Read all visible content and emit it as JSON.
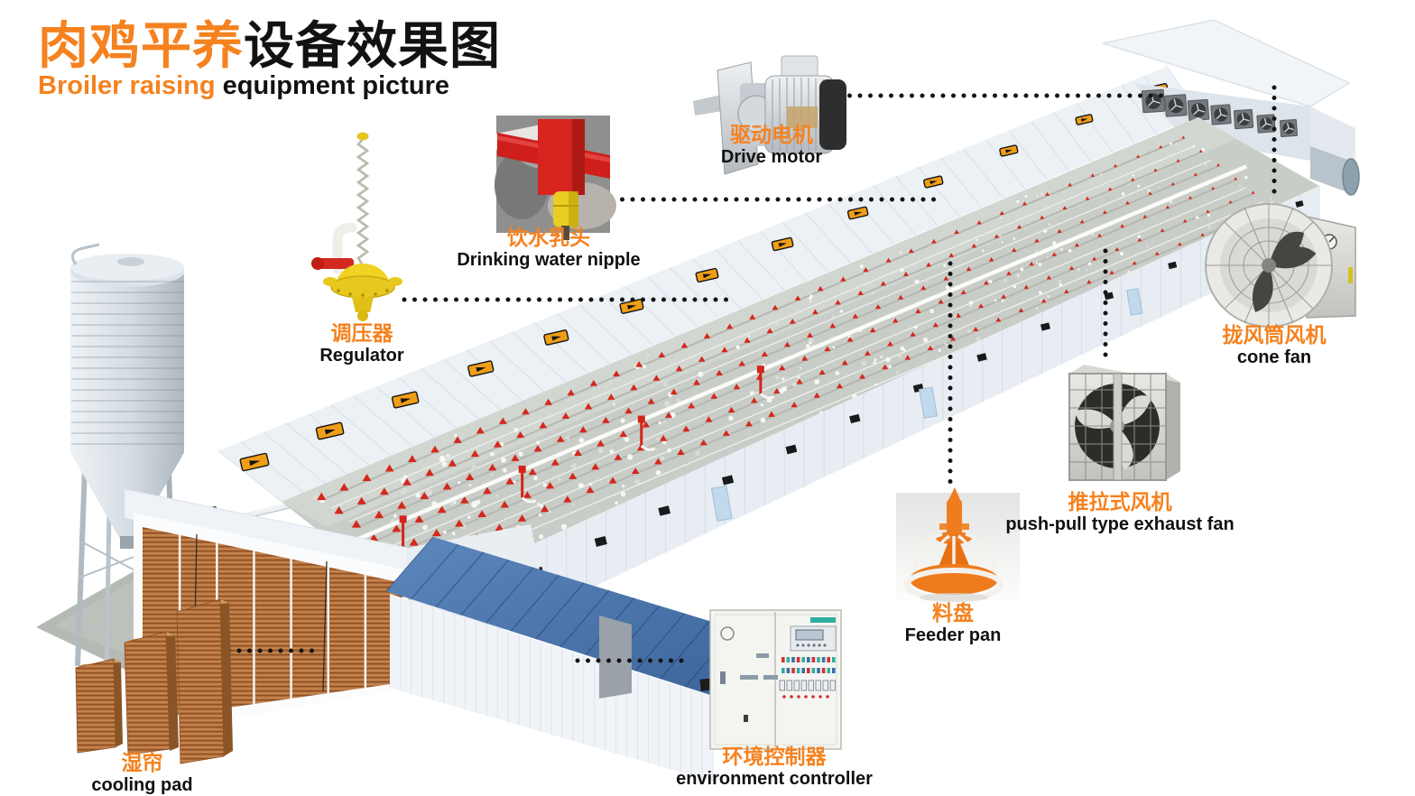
{
  "header": {
    "title_zh_highlight": "肉鸡平养",
    "title_zh_rest": "设备效果图",
    "subtitle_highlight": "Broiler raising",
    "subtitle_rest": " equipment picture"
  },
  "colors": {
    "accent_orange": "#F5821F",
    "text_black": "#121212",
    "roof_blue": "#4A77B0",
    "cooling_pad_brown": "#B5713F",
    "feeder_red": "#D4281D",
    "nipple_yellow": "#E9CD22"
  },
  "callouts": [
    {
      "id": "drive-motor",
      "zh": "驱动电机",
      "en": "Drive motor"
    },
    {
      "id": "drinking-water-nipple",
      "zh": "饮水乳头",
      "en": "Drinking water nipple"
    },
    {
      "id": "regulator",
      "zh": "调压器",
      "en": "Regulator"
    },
    {
      "id": "cone-fan",
      "zh": "拢风筒风机",
      "en": "cone fan"
    },
    {
      "id": "push-pull-exhaust-fan",
      "zh": "推拉式风机",
      "en": "push-pull type exhaust fan"
    },
    {
      "id": "feeder-pan",
      "zh": "料盘",
      "en": "Feeder pan"
    },
    {
      "id": "environment-controller",
      "zh": "环境控制器",
      "en": "environment controller"
    },
    {
      "id": "cooling-pad",
      "zh": "湿帘",
      "en": "cooling pad"
    }
  ]
}
